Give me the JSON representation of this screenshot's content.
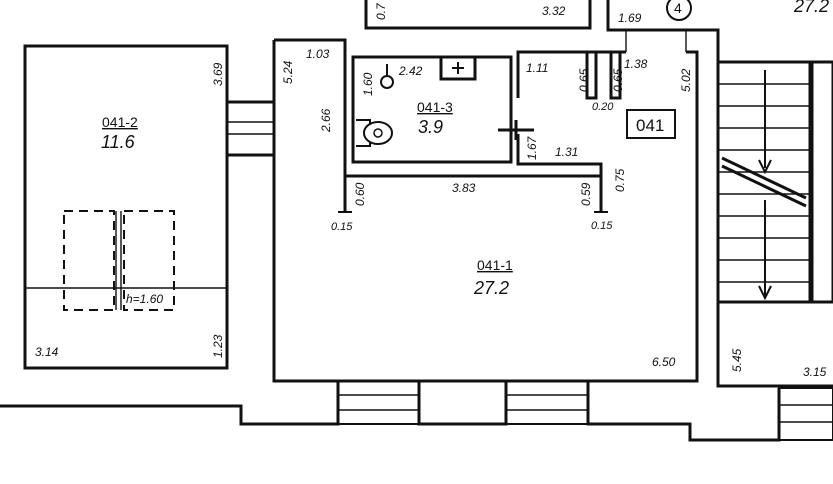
{
  "plan": {
    "apartment_number": "041",
    "circle_marker": "4",
    "rooms": [
      {
        "id": "041-1",
        "area": "27.2"
      },
      {
        "id": "041-2",
        "area": "11.6"
      },
      {
        "id": "041-3",
        "area": "3.9"
      }
    ],
    "neighbor_area": "27.2",
    "ceiling_note": "h=1.60",
    "dimensions": {
      "top_strip": "3.32",
      "top_strip_left": "0.7",
      "d169": "1.69",
      "d138": "1.38",
      "d502": "5.02",
      "d524": "5.24",
      "d103": "1.03",
      "d266": "2.66",
      "d160": "1.60",
      "d242": "2.42",
      "d111": "1.11",
      "d065a": "0.65",
      "d020": "0.20",
      "d065b": "0.65",
      "d167": "1.67",
      "d131": "1.31",
      "d060": "0.60",
      "d383": "3.83",
      "d059": "0.59",
      "d075": "0.75",
      "d015a": "0.15",
      "d015b": "0.15",
      "d650": "6.50",
      "d369": "3.69",
      "d123": "1.23",
      "d314": "3.14",
      "d545": "5.45",
      "d315": "3.15"
    }
  }
}
